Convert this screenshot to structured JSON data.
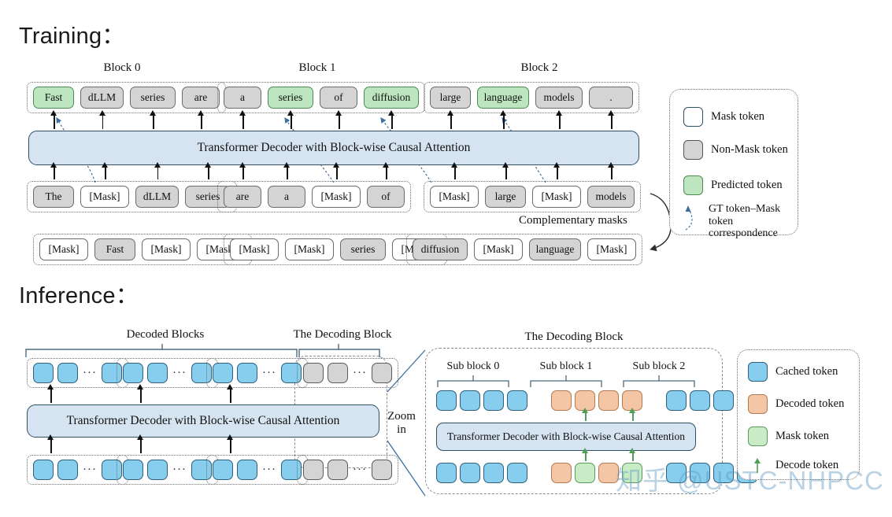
{
  "sections": {
    "training_title": "Training：",
    "inference_title": "Inference："
  },
  "training": {
    "block_labels": [
      "Block 0",
      "Block 1",
      "Block 2"
    ],
    "decoder_label": "Transformer Decoder with Block-wise Causal Attention",
    "complementary_label": "Complementary masks",
    "output_blocks": [
      {
        "tokens": [
          {
            "text": "Fast",
            "kind": "pred"
          },
          {
            "text": "dLLM",
            "kind": "nonmask"
          },
          {
            "text": "series",
            "kind": "nonmask"
          },
          {
            "text": "are",
            "kind": "nonmask"
          }
        ]
      },
      {
        "tokens": [
          {
            "text": "a",
            "kind": "nonmask"
          },
          {
            "text": "series",
            "kind": "pred"
          },
          {
            "text": "of",
            "kind": "nonmask"
          },
          {
            "text": "diffusion",
            "kind": "pred"
          }
        ]
      },
      {
        "tokens": [
          {
            "text": "large",
            "kind": "nonmask"
          },
          {
            "text": "language",
            "kind": "pred"
          },
          {
            "text": "models",
            "kind": "nonmask"
          },
          {
            "text": ".",
            "kind": "nonmask"
          }
        ]
      }
    ],
    "input_blocks": [
      {
        "tokens": [
          {
            "text": "The",
            "kind": "nonmask"
          },
          {
            "text": "[Mask]",
            "kind": "mask"
          },
          {
            "text": "dLLM",
            "kind": "nonmask"
          },
          {
            "text": "series",
            "kind": "nonmask"
          }
        ]
      },
      {
        "tokens": [
          {
            "text": "are",
            "kind": "nonmask"
          },
          {
            "text": "a",
            "kind": "nonmask"
          },
          {
            "text": "[Mask]",
            "kind": "mask"
          },
          {
            "text": "of",
            "kind": "nonmask"
          }
        ]
      },
      {
        "tokens": [
          {
            "text": "[Mask]",
            "kind": "mask"
          },
          {
            "text": "large",
            "kind": "nonmask"
          },
          {
            "text": "[Mask]",
            "kind": "mask"
          },
          {
            "text": "models",
            "kind": "nonmask"
          }
        ]
      }
    ],
    "complement_blocks": [
      {
        "tokens": [
          {
            "text": "[Mask]",
            "kind": "mask"
          },
          {
            "text": "Fast",
            "kind": "nonmask"
          },
          {
            "text": "[Mask]",
            "kind": "mask"
          },
          {
            "text": "[Mask]",
            "kind": "mask"
          }
        ]
      },
      {
        "tokens": [
          {
            "text": "[Mask]",
            "kind": "mask"
          },
          {
            "text": "[Mask]",
            "kind": "mask"
          },
          {
            "text": "series",
            "kind": "nonmask"
          },
          {
            "text": "[Mask]",
            "kind": "mask"
          }
        ]
      },
      {
        "tokens": [
          {
            "text": "diffusion",
            "kind": "nonmask"
          },
          {
            "text": "[Mask]",
            "kind": "mask"
          },
          {
            "text": "language",
            "kind": "nonmask"
          },
          {
            "text": "[Mask]",
            "kind": "mask"
          }
        ]
      }
    ],
    "legend": [
      {
        "swatch": "mask",
        "label": "Mask token"
      },
      {
        "swatch": "nonmask",
        "label": "Non-Mask token"
      },
      {
        "swatch": "pred",
        "label": "Predicted token"
      },
      {
        "swatch": "curve",
        "label_line1": "GT token–Mask",
        "label_line2": "token",
        "label_line3": "correspondence"
      }
    ]
  },
  "inference": {
    "decoded_blocks_label": "Decoded Blocks",
    "decoding_block_label": "The Decoding Block",
    "decoder_label": "Transformer Decoder with Block-wise Causal Attention",
    "zoom_label_line1": "Zoom",
    "zoom_label_line2": "in",
    "detail": {
      "title": "The Decoding Block",
      "sub_block_labels": [
        "Sub block 0",
        "Sub block 1",
        "Sub block 2"
      ],
      "decoder_label": "Transformer Decoder with Block-wise Causal Attention",
      "top_row": [
        [
          "cached",
          "cached",
          "cached",
          "cached"
        ],
        [
          "decoded",
          "decoded",
          "decoded",
          "decoded"
        ],
        [
          "cached",
          "cached",
          "cached",
          "cached"
        ]
      ],
      "bottom_row": [
        [
          "cached",
          "cached",
          "cached",
          "cached"
        ],
        [
          "decoded",
          "mask",
          "decoded",
          "mask"
        ],
        [
          "cached",
          "cached",
          "cached",
          "cached"
        ]
      ]
    },
    "legend": [
      {
        "swatch": "cached",
        "label": "Cached token"
      },
      {
        "swatch": "decoded",
        "label": "Decoded token"
      },
      {
        "swatch": "maskg",
        "label": "Mask token"
      },
      {
        "swatch": "arrow",
        "label": "Decode token"
      }
    ]
  },
  "watermark": "知乎 @USTC-NHPCC",
  "colors": {
    "decoder_fill": "#d6e4f2",
    "decoder_stroke": "#2f4f63",
    "predicted": "#bde5bf",
    "nonmask": "#d4d4d4",
    "cached": "#87cdee",
    "decoded": "#f5c6a5",
    "mask_green": "#c9ecc6",
    "green_arrow": "#4f9e57",
    "hint_curve": "#3f6f9f"
  }
}
